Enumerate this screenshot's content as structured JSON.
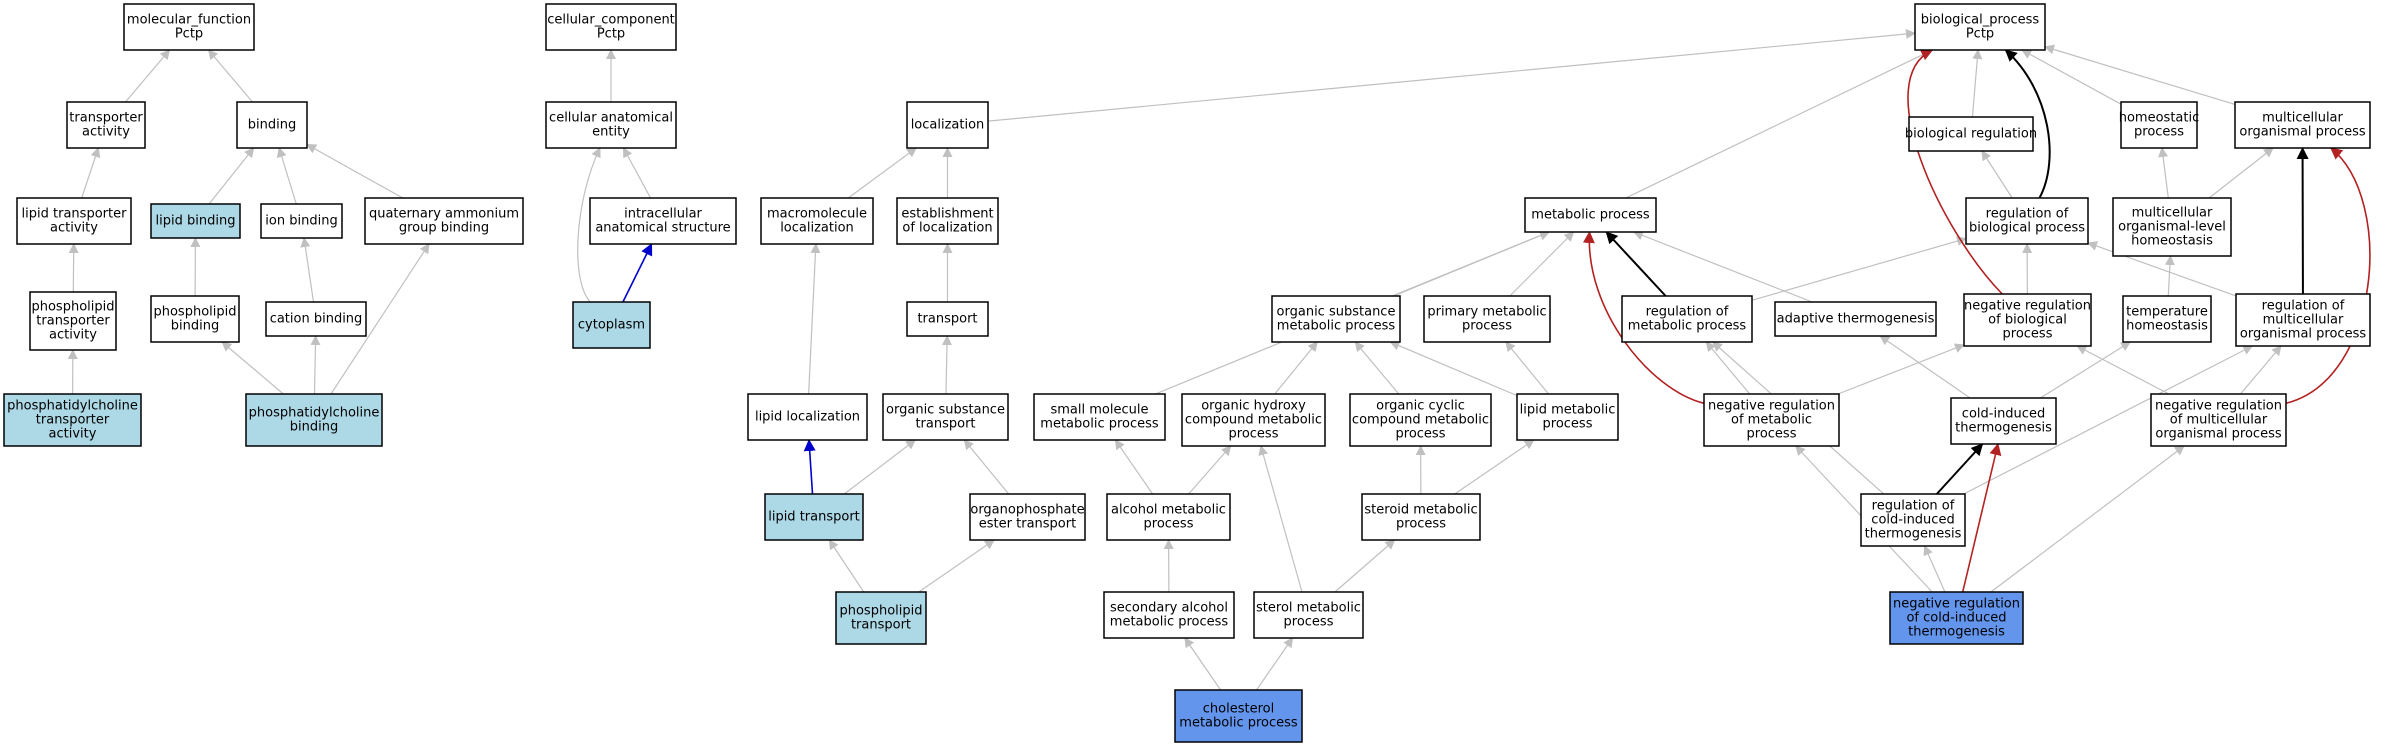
{
  "colors": {
    "default_fill": "#ffffff",
    "lightblue_fill": "#add8e6",
    "blue_fill": "#6495ed",
    "grey_edge": "#c0c0c0",
    "black_edge": "#000000",
    "blue_edge": "#0000cd",
    "red_edge": "#b22222"
  },
  "nodes": {
    "mf": {
      "lines": [
        "molecular_function",
        "Pctp"
      ],
      "fill": "white"
    },
    "ta": {
      "lines": [
        "transporter",
        "activity"
      ],
      "fill": "white"
    },
    "bind": {
      "lines": [
        "binding"
      ],
      "fill": "white"
    },
    "lta": {
      "lines": [
        "lipid transporter",
        "activity"
      ],
      "fill": "white"
    },
    "lb": {
      "lines": [
        "lipid binding"
      ],
      "fill": "lightblue"
    },
    "ib": {
      "lines": [
        "ion binding"
      ],
      "fill": "white"
    },
    "qab": {
      "lines": [
        "quaternary ammonium",
        "group binding"
      ],
      "fill": "white"
    },
    "pta": {
      "lines": [
        "phospholipid",
        "transporter",
        "activity"
      ],
      "fill": "white"
    },
    "pb": {
      "lines": [
        "phospholipid",
        "binding"
      ],
      "fill": "white"
    },
    "cb": {
      "lines": [
        "cation binding"
      ],
      "fill": "white"
    },
    "pcta": {
      "lines": [
        "phosphatidylcholine",
        "transporter",
        "activity"
      ],
      "fill": "lightblue"
    },
    "pcb": {
      "lines": [
        "phosphatidylcholine",
        "binding"
      ],
      "fill": "lightblue"
    },
    "cc": {
      "lines": [
        "cellular_component",
        "Pctp"
      ],
      "fill": "white"
    },
    "cae": {
      "lines": [
        "cellular anatomical",
        "entity"
      ],
      "fill": "white"
    },
    "ias": {
      "lines": [
        "intracellular",
        "anatomical structure"
      ],
      "fill": "white"
    },
    "cyto": {
      "lines": [
        "cytoplasm"
      ],
      "fill": "lightblue"
    },
    "loc": {
      "lines": [
        "localization"
      ],
      "fill": "white"
    },
    "mloc": {
      "lines": [
        "macromolecule",
        "localization"
      ],
      "fill": "white"
    },
    "eoloc": {
      "lines": [
        "establishment",
        "of localization"
      ],
      "fill": "white"
    },
    "trans": {
      "lines": [
        "transport"
      ],
      "fill": "white"
    },
    "lloc": {
      "lines": [
        "lipid localization"
      ],
      "fill": "white"
    },
    "ost": {
      "lines": [
        "organic substance",
        "transport"
      ],
      "fill": "white"
    },
    "lt": {
      "lines": [
        "lipid transport"
      ],
      "fill": "lightblue"
    },
    "opet": {
      "lines": [
        "organophosphate",
        "ester transport"
      ],
      "fill": "white"
    },
    "pt": {
      "lines": [
        "phospholipid",
        "transport"
      ],
      "fill": "lightblue"
    },
    "bp": {
      "lines": [
        "biological_process",
        "Pctp"
      ],
      "fill": "white"
    },
    "breg": {
      "lines": [
        "biological regulation"
      ],
      "fill": "white"
    },
    "homp": {
      "lines": [
        "homeostatic",
        "process"
      ],
      "fill": "white"
    },
    "mop": {
      "lines": [
        "multicellular",
        "organismal process"
      ],
      "fill": "white"
    },
    "met": {
      "lines": [
        "metabolic process"
      ],
      "fill": "white"
    },
    "robp": {
      "lines": [
        "regulation of",
        "biological process"
      ],
      "fill": "white"
    },
    "moh": {
      "lines": [
        "multicellular",
        "organismal-level",
        "homeostasis"
      ],
      "fill": "white"
    },
    "osmp": {
      "lines": [
        "organic substance",
        "metabolic process"
      ],
      "fill": "white"
    },
    "pmp": {
      "lines": [
        "primary metabolic",
        "process"
      ],
      "fill": "white"
    },
    "romp": {
      "lines": [
        "regulation of",
        "metabolic process"
      ],
      "fill": "white"
    },
    "at": {
      "lines": [
        "adaptive thermogenesis"
      ],
      "fill": "white"
    },
    "nrbp": {
      "lines": [
        "negative regulation",
        "of biological",
        "process"
      ],
      "fill": "white"
    },
    "th": {
      "lines": [
        "temperature",
        "homeostasis"
      ],
      "fill": "white"
    },
    "rmop": {
      "lines": [
        "regulation of",
        "multicellular",
        "organismal process"
      ],
      "fill": "white"
    },
    "smmp": {
      "lines": [
        "small molecule",
        "metabolic process"
      ],
      "fill": "white"
    },
    "ohcmp": {
      "lines": [
        "organic hydroxy",
        "compound metabolic",
        "process"
      ],
      "fill": "white"
    },
    "occmp": {
      "lines": [
        "organic cyclic",
        "compound metabolic",
        "process"
      ],
      "fill": "white"
    },
    "lmp": {
      "lines": [
        "lipid metabolic",
        "process"
      ],
      "fill": "white"
    },
    "nrmp": {
      "lines": [
        "negative regulation",
        "of metabolic",
        "process"
      ],
      "fill": "white"
    },
    "cit": {
      "lines": [
        "cold-induced",
        "thermogenesis"
      ],
      "fill": "white"
    },
    "nrmop": {
      "lines": [
        "negative regulation",
        "of multicellular",
        "organismal process"
      ],
      "fill": "white"
    },
    "amp": {
      "lines": [
        "alcohol metabolic",
        "process"
      ],
      "fill": "white"
    },
    "stmp": {
      "lines": [
        "steroid metabolic",
        "process"
      ],
      "fill": "white"
    },
    "rcit": {
      "lines": [
        "regulation of",
        "cold-induced",
        "thermogenesis"
      ],
      "fill": "white"
    },
    "samp": {
      "lines": [
        "secondary alcohol",
        "metabolic process"
      ],
      "fill": "white"
    },
    "slmp": {
      "lines": [
        "sterol metabolic",
        "process"
      ],
      "fill": "white"
    },
    "nrcit": {
      "lines": [
        "negative regulation",
        "of cold-induced",
        "thermogenesis"
      ],
      "fill": "blue"
    },
    "chmp": {
      "lines": [
        "cholesterol",
        "metabolic process"
      ],
      "fill": "blue"
    }
  },
  "edges": [
    {
      "from": "ta",
      "to": "mf",
      "color": "grey"
    },
    {
      "from": "bind",
      "to": "mf",
      "color": "grey"
    },
    {
      "from": "lta",
      "to": "ta",
      "color": "grey"
    },
    {
      "from": "lb",
      "to": "bind",
      "color": "grey"
    },
    {
      "from": "ib",
      "to": "bind",
      "color": "grey"
    },
    {
      "from": "qab",
      "to": "bind",
      "color": "grey"
    },
    {
      "from": "pta",
      "to": "lta",
      "color": "grey"
    },
    {
      "from": "pb",
      "to": "lb",
      "color": "grey"
    },
    {
      "from": "cb",
      "to": "ib",
      "color": "grey"
    },
    {
      "from": "pcta",
      "to": "pta",
      "color": "grey"
    },
    {
      "from": "pcb",
      "to": "pb",
      "color": "grey"
    },
    {
      "from": "pcb",
      "to": "cb",
      "color": "grey"
    },
    {
      "from": "pcb",
      "to": "qab",
      "color": "grey"
    },
    {
      "from": "cae",
      "to": "cc",
      "color": "grey"
    },
    {
      "from": "ias",
      "to": "cae",
      "color": "grey"
    },
    {
      "from": "cyto",
      "to": "cae",
      "color": "grey"
    },
    {
      "from": "cyto",
      "to": "ias",
      "color": "blue"
    },
    {
      "from": "loc",
      "to": "bp",
      "color": "grey"
    },
    {
      "from": "mloc",
      "to": "loc",
      "color": "grey"
    },
    {
      "from": "eoloc",
      "to": "loc",
      "color": "grey"
    },
    {
      "from": "trans",
      "to": "eoloc",
      "color": "grey"
    },
    {
      "from": "lloc",
      "to": "mloc",
      "color": "grey"
    },
    {
      "from": "ost",
      "to": "trans",
      "color": "grey"
    },
    {
      "from": "lt",
      "to": "lloc",
      "color": "blue"
    },
    {
      "from": "lt",
      "to": "ost",
      "color": "grey"
    },
    {
      "from": "opet",
      "to": "ost",
      "color": "grey"
    },
    {
      "from": "pt",
      "to": "lt",
      "color": "grey"
    },
    {
      "from": "pt",
      "to": "opet",
      "color": "grey"
    },
    {
      "from": "breg",
      "to": "bp",
      "color": "grey"
    },
    {
      "from": "homp",
      "to": "bp",
      "color": "grey"
    },
    {
      "from": "mop",
      "to": "bp",
      "color": "grey"
    },
    {
      "from": "met",
      "to": "bp",
      "color": "grey"
    },
    {
      "from": "robp",
      "to": "breg",
      "color": "grey"
    },
    {
      "from": "robp",
      "to": "bp",
      "color": "black"
    },
    {
      "from": "moh",
      "to": "homp",
      "color": "grey"
    },
    {
      "from": "moh",
      "to": "mop",
      "color": "grey"
    },
    {
      "from": "osmp",
      "to": "met",
      "color": "grey"
    },
    {
      "from": "pmp",
      "to": "met",
      "color": "grey"
    },
    {
      "from": "romp",
      "to": "met",
      "color": "black"
    },
    {
      "from": "romp",
      "to": "robp",
      "color": "grey"
    },
    {
      "from": "at",
      "to": "met",
      "color": "grey"
    },
    {
      "from": "nrbp",
      "to": "robp",
      "color": "grey"
    },
    {
      "from": "nrbp",
      "to": "bp",
      "color": "red"
    },
    {
      "from": "th",
      "to": "moh",
      "color": "grey"
    },
    {
      "from": "rmop",
      "to": "mop",
      "color": "black"
    },
    {
      "from": "rmop",
      "to": "robp",
      "color": "grey"
    },
    {
      "from": "smmp",
      "to": "met",
      "color": "grey"
    },
    {
      "from": "ohcmp",
      "to": "osmp",
      "color": "grey"
    },
    {
      "from": "occmp",
      "to": "osmp",
      "color": "grey"
    },
    {
      "from": "lmp",
      "to": "pmp",
      "color": "grey"
    },
    {
      "from": "lmp",
      "to": "osmp",
      "color": "grey"
    },
    {
      "from": "nrmp",
      "to": "romp",
      "color": "grey"
    },
    {
      "from": "nrmp",
      "to": "nrbp",
      "color": "grey"
    },
    {
      "from": "nrmp",
      "to": "met",
      "color": "red"
    },
    {
      "from": "cit",
      "to": "at",
      "color": "grey"
    },
    {
      "from": "cit",
      "to": "th",
      "color": "grey"
    },
    {
      "from": "nrmop",
      "to": "rmop",
      "color": "grey"
    },
    {
      "from": "nrmop",
      "to": "nrbp",
      "color": "grey"
    },
    {
      "from": "nrmop",
      "to": "mop",
      "color": "red"
    },
    {
      "from": "amp",
      "to": "smmp",
      "color": "grey"
    },
    {
      "from": "amp",
      "to": "ohcmp",
      "color": "grey"
    },
    {
      "from": "stmp",
      "to": "occmp",
      "color": "grey"
    },
    {
      "from": "stmp",
      "to": "lmp",
      "color": "grey"
    },
    {
      "from": "rcit",
      "to": "cit",
      "color": "black"
    },
    {
      "from": "rcit",
      "to": "romp",
      "color": "grey"
    },
    {
      "from": "rcit",
      "to": "rmop",
      "color": "grey"
    },
    {
      "from": "samp",
      "to": "amp",
      "color": "grey"
    },
    {
      "from": "slmp",
      "to": "ohcmp",
      "color": "grey"
    },
    {
      "from": "slmp",
      "to": "stmp",
      "color": "grey"
    },
    {
      "from": "nrcit",
      "to": "rcit",
      "color": "grey"
    },
    {
      "from": "nrcit",
      "to": "nrmp",
      "color": "grey"
    },
    {
      "from": "nrcit",
      "to": "cit",
      "color": "red"
    },
    {
      "from": "nrcit",
      "to": "nrmop",
      "color": "grey"
    },
    {
      "from": "chmp",
      "to": "samp",
      "color": "grey"
    },
    {
      "from": "chmp",
      "to": "slmp",
      "color": "grey"
    }
  ]
}
